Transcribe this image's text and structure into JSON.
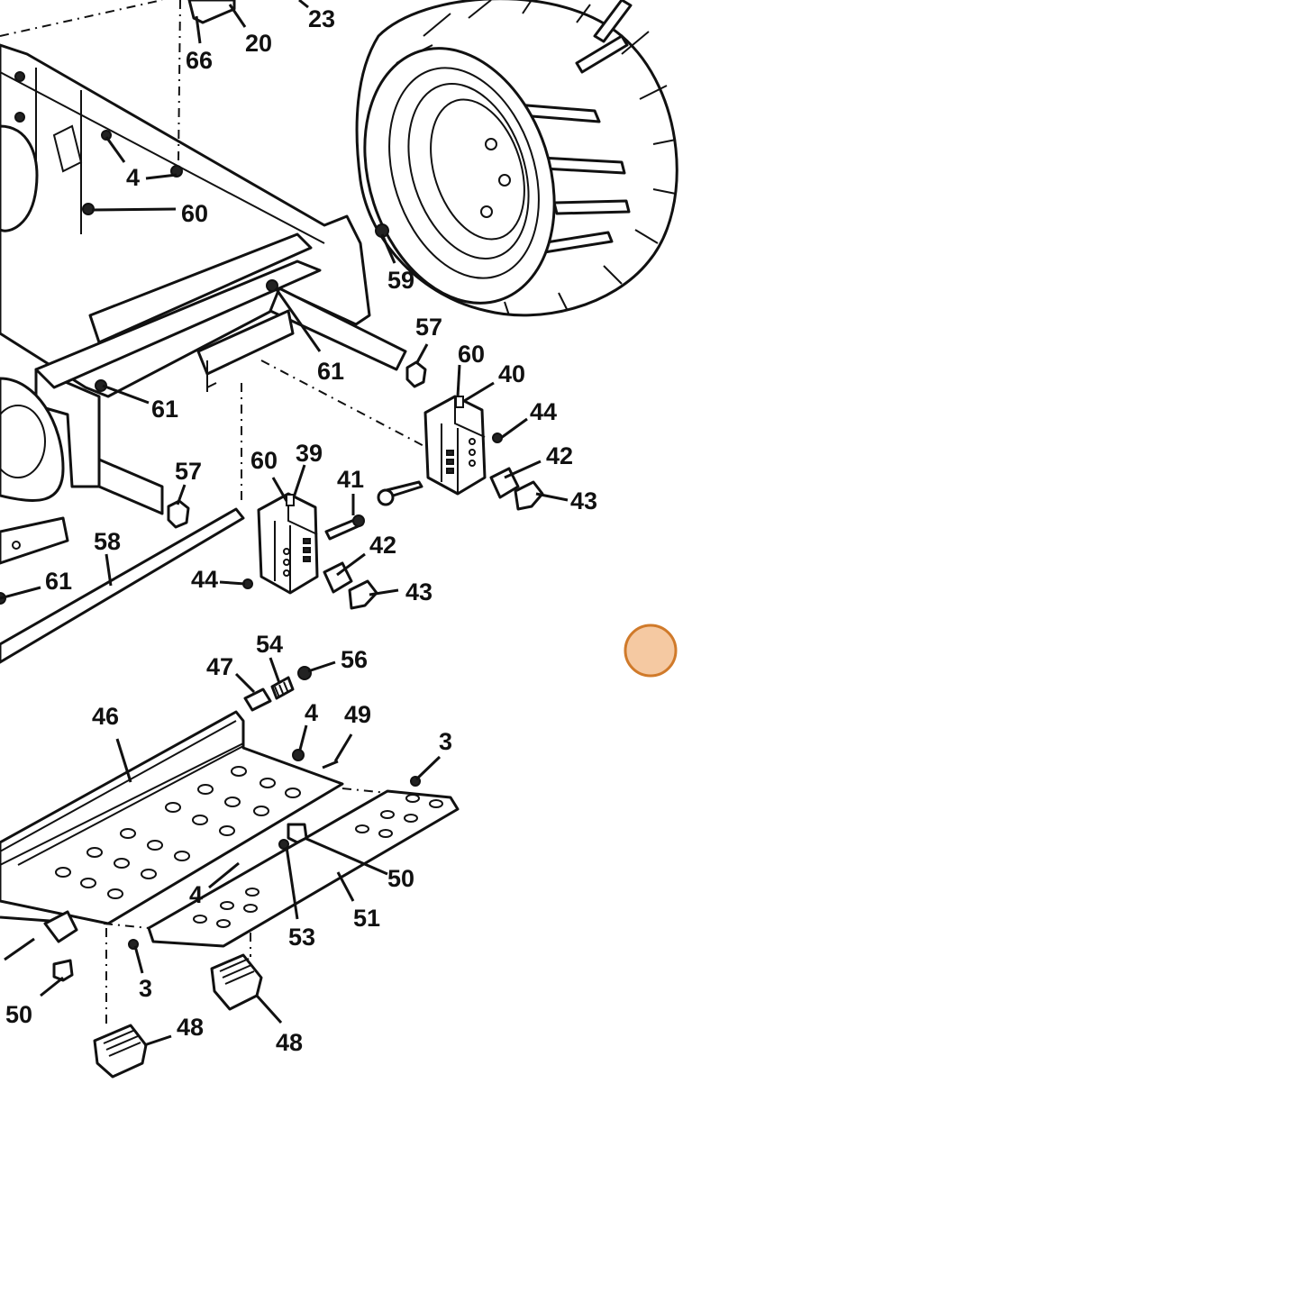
{
  "diagram": {
    "hotspot": {
      "name": "selection-hotspot",
      "fill": "#f5c9a2",
      "stroke": "#d07a2a"
    },
    "callouts": [
      {
        "id": "c1",
        "label": "23"
      },
      {
        "id": "c2",
        "label": "20"
      },
      {
        "id": "c3",
        "label": "66"
      },
      {
        "id": "c4",
        "label": "4"
      },
      {
        "id": "c5",
        "label": "60"
      },
      {
        "id": "c6",
        "label": "59"
      },
      {
        "id": "c7",
        "label": "57"
      },
      {
        "id": "c8",
        "label": "60"
      },
      {
        "id": "c9",
        "label": "40"
      },
      {
        "id": "c10",
        "label": "44"
      },
      {
        "id": "c11",
        "label": "61"
      },
      {
        "id": "c12",
        "label": "61"
      },
      {
        "id": "c13",
        "label": "42"
      },
      {
        "id": "c14",
        "label": "43"
      },
      {
        "id": "c15",
        "label": "57"
      },
      {
        "id": "c16",
        "label": "60"
      },
      {
        "id": "c17",
        "label": "39"
      },
      {
        "id": "c18",
        "label": "41"
      },
      {
        "id": "c19",
        "label": "58"
      },
      {
        "id": "c20",
        "label": "42"
      },
      {
        "id": "c21",
        "label": "61"
      },
      {
        "id": "c22",
        "label": "44"
      },
      {
        "id": "c23",
        "label": "43"
      },
      {
        "id": "c24",
        "label": "54"
      },
      {
        "id": "c25",
        "label": "47"
      },
      {
        "id": "c26",
        "label": "56"
      },
      {
        "id": "c27",
        "label": "46"
      },
      {
        "id": "c28",
        "label": "4"
      },
      {
        "id": "c29",
        "label": "49"
      },
      {
        "id": "c30",
        "label": "3"
      },
      {
        "id": "c31",
        "label": "50"
      },
      {
        "id": "c32",
        "label": "4"
      },
      {
        "id": "c33",
        "label": "51"
      },
      {
        "id": "c34",
        "label": "53"
      },
      {
        "id": "c35",
        "label": "3"
      },
      {
        "id": "c36",
        "label": "50"
      },
      {
        "id": "c37",
        "label": "48"
      },
      {
        "id": "c38",
        "label": "48"
      }
    ]
  }
}
